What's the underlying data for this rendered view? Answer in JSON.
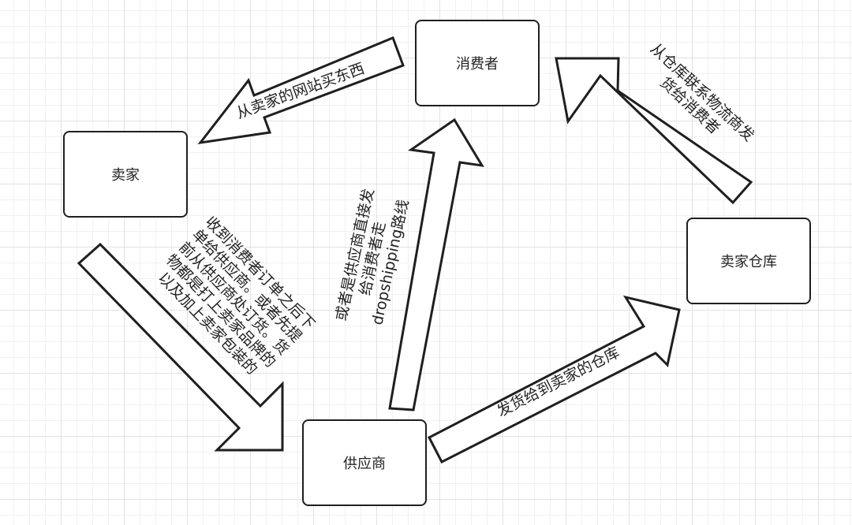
{
  "nodes": {
    "consumer": "消费者",
    "seller": "卖家",
    "seller_warehouse": "卖家仓库",
    "supplier": "供应商"
  },
  "arrows": {
    "consumer_to_seller": "从卖家的网站买东西",
    "seller_to_supplier": "收到消费者订单之后下\n单给供应商。或者先提\n前从供应商处订货。货\n物都是打上卖家品牌的\n以及加上卖家包装的",
    "supplier_to_consumer": "或者是供应商直接发\n给消费者走\ndropshipping路线",
    "supplier_to_warehouse": "发货给到卖家的仓库",
    "warehouse_to_consumer": "从仓库联系物流商发\n货给消费者"
  },
  "colors": {
    "stroke": "#1f1f1f",
    "fill": "#ffffff",
    "grid": "#e2e2e2"
  }
}
